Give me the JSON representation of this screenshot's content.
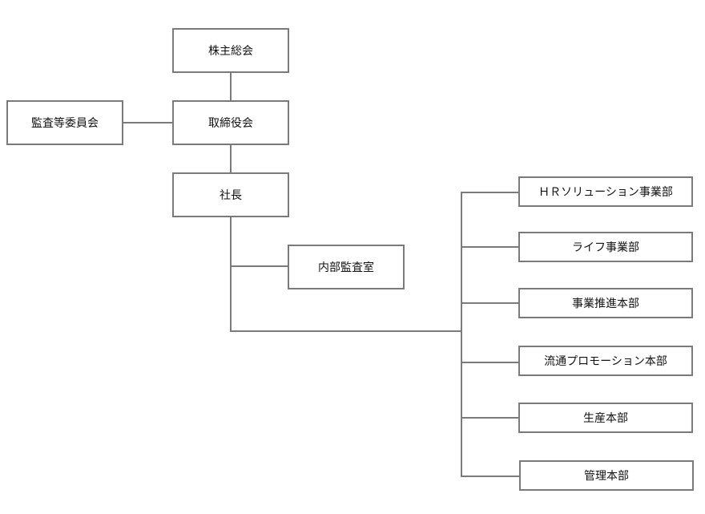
{
  "org": {
    "shareholders_meeting": "株主総会",
    "board": "取締役会",
    "audit_committee": "監査等委員会",
    "president": "社長",
    "internal_audit": "内部監査室",
    "divisions": [
      "ＨＲソリューション事業部",
      "ライフ事業部",
      "事業推進本部",
      "流通プロモーション本部",
      "生産本部",
      "管理本部"
    ]
  },
  "colors": {
    "line": "#7a7a7a",
    "box_border": "#7a7a7a",
    "text": "#111111",
    "background": "#ffffff"
  }
}
